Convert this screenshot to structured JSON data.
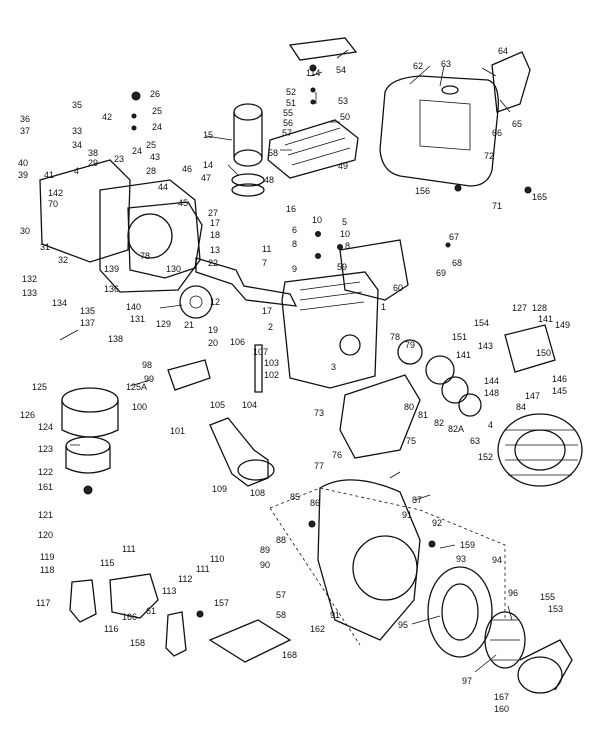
{
  "diagram": {
    "callouts": [
      {
        "id": "c1",
        "text": "1"
      },
      {
        "id": "c2",
        "text": "2"
      },
      {
        "id": "c3",
        "text": "3"
      },
      {
        "id": "c4",
        "text": "4"
      },
      {
        "id": "c4b",
        "text": "4"
      },
      {
        "id": "c5",
        "text": "5"
      },
      {
        "id": "c6",
        "text": "6"
      },
      {
        "id": "c7",
        "text": "7"
      },
      {
        "id": "c8",
        "text": "8"
      },
      {
        "id": "c9",
        "text": "9"
      },
      {
        "id": "c10",
        "text": "10"
      },
      {
        "id": "c10b",
        "text": "10"
      },
      {
        "id": "c11",
        "text": "11"
      },
      {
        "id": "c12",
        "text": "12"
      },
      {
        "id": "c13",
        "text": "13"
      },
      {
        "id": "c14",
        "text": "14"
      },
      {
        "id": "c15",
        "text": "15"
      },
      {
        "id": "c16",
        "text": "16"
      },
      {
        "id": "c17",
        "text": "17"
      },
      {
        "id": "c17b",
        "text": "17"
      },
      {
        "id": "c18",
        "text": "18"
      },
      {
        "id": "c19",
        "text": "19"
      },
      {
        "id": "c20",
        "text": "20"
      },
      {
        "id": "c21",
        "text": "21"
      },
      {
        "id": "c22",
        "text": "22"
      },
      {
        "id": "c23",
        "text": "23"
      },
      {
        "id": "c24",
        "text": "24"
      },
      {
        "id": "c24b",
        "text": "24"
      },
      {
        "id": "c25",
        "text": "25"
      },
      {
        "id": "c25b",
        "text": "25"
      },
      {
        "id": "c26",
        "text": "26"
      },
      {
        "id": "c27",
        "text": "27"
      },
      {
        "id": "c28",
        "text": "28"
      },
      {
        "id": "c29",
        "text": "29"
      },
      {
        "id": "c30",
        "text": "30"
      },
      {
        "id": "c31",
        "text": "31"
      },
      {
        "id": "c32",
        "text": "32"
      },
      {
        "id": "c33",
        "text": "33"
      },
      {
        "id": "c34",
        "text": "34"
      },
      {
        "id": "c35",
        "text": "35"
      },
      {
        "id": "c36",
        "text": "36"
      },
      {
        "id": "c37",
        "text": "37"
      },
      {
        "id": "c38",
        "text": "38"
      },
      {
        "id": "c39",
        "text": "39"
      },
      {
        "id": "c40",
        "text": "40"
      },
      {
        "id": "c41",
        "text": "41"
      },
      {
        "id": "c42",
        "text": "42"
      },
      {
        "id": "c43",
        "text": "43"
      },
      {
        "id": "c44",
        "text": "44"
      },
      {
        "id": "c45",
        "text": "45"
      },
      {
        "id": "c46",
        "text": "46"
      },
      {
        "id": "c47",
        "text": "47"
      },
      {
        "id": "c48",
        "text": "48"
      },
      {
        "id": "c49",
        "text": "49"
      },
      {
        "id": "c50",
        "text": "50"
      },
      {
        "id": "c51",
        "text": "51"
      },
      {
        "id": "c52",
        "text": "52"
      },
      {
        "id": "c53",
        "text": "53"
      },
      {
        "id": "c54",
        "text": "54"
      },
      {
        "id": "c55",
        "text": "55"
      },
      {
        "id": "c56",
        "text": "56"
      },
      {
        "id": "c57",
        "text": "57"
      },
      {
        "id": "c57b",
        "text": "57"
      },
      {
        "id": "c58",
        "text": "58"
      },
      {
        "id": "c58b",
        "text": "58"
      },
      {
        "id": "c59",
        "text": "59"
      },
      {
        "id": "c60",
        "text": "60"
      },
      {
        "id": "c61",
        "text": "61"
      },
      {
        "id": "c62",
        "text": "62"
      },
      {
        "id": "c63",
        "text": "63"
      },
      {
        "id": "c63b",
        "text": "63"
      },
      {
        "id": "c64",
        "text": "64"
      },
      {
        "id": "c65",
        "text": "65"
      },
      {
        "id": "c66",
        "text": "66"
      },
      {
        "id": "c67",
        "text": "67"
      },
      {
        "id": "c68",
        "text": "68"
      },
      {
        "id": "c69",
        "text": "69"
      },
      {
        "id": "c70",
        "text": "70"
      },
      {
        "id": "c71",
        "text": "71"
      },
      {
        "id": "c72",
        "text": "72"
      },
      {
        "id": "c73",
        "text": "73"
      },
      {
        "id": "c75",
        "text": "75"
      },
      {
        "id": "c76",
        "text": "76"
      },
      {
        "id": "c77",
        "text": "77"
      },
      {
        "id": "c78",
        "text": "78"
      },
      {
        "id": "c78b",
        "text": "78"
      },
      {
        "id": "c79",
        "text": "79"
      },
      {
        "id": "c79b",
        "text": "79"
      },
      {
        "id": "c80",
        "text": "80"
      },
      {
        "id": "c81",
        "text": "81"
      },
      {
        "id": "c82",
        "text": "82"
      },
      {
        "id": "c82a",
        "text": "82A"
      },
      {
        "id": "c84",
        "text": "84"
      },
      {
        "id": "c85",
        "text": "85"
      },
      {
        "id": "c86",
        "text": "86"
      },
      {
        "id": "c87",
        "text": "87"
      },
      {
        "id": "c88",
        "text": "88"
      },
      {
        "id": "c89",
        "text": "89"
      },
      {
        "id": "c90",
        "text": "90"
      },
      {
        "id": "c91",
        "text": "91"
      },
      {
        "id": "c91b",
        "text": "91"
      },
      {
        "id": "c92",
        "text": "92"
      },
      {
        "id": "c93",
        "text": "93"
      },
      {
        "id": "c94",
        "text": "94"
      },
      {
        "id": "c95",
        "text": "95"
      },
      {
        "id": "c96",
        "text": "96"
      },
      {
        "id": "c97",
        "text": "97"
      },
      {
        "id": "c98",
        "text": "98"
      },
      {
        "id": "c99",
        "text": "99"
      },
      {
        "id": "c100",
        "text": "100"
      },
      {
        "id": "c101",
        "text": "101"
      },
      {
        "id": "c102",
        "text": "102"
      },
      {
        "id": "c103",
        "text": "103"
      },
      {
        "id": "c104",
        "text": "104"
      },
      {
        "id": "c105",
        "text": "105"
      },
      {
        "id": "c106",
        "text": "106"
      },
      {
        "id": "c107",
        "text": "107"
      },
      {
        "id": "c108",
        "text": "108"
      },
      {
        "id": "c109",
        "text": "109"
      },
      {
        "id": "c110",
        "text": "110"
      },
      {
        "id": "c111",
        "text": "111"
      },
      {
        "id": "c111b",
        "text": "111"
      },
      {
        "id": "c112",
        "text": "112"
      },
      {
        "id": "c113",
        "text": "113"
      },
      {
        "id": "c114",
        "text": "114"
      },
      {
        "id": "c115",
        "text": "115"
      },
      {
        "id": "c116",
        "text": "116"
      },
      {
        "id": "c117",
        "text": "117"
      },
      {
        "id": "c118",
        "text": "118"
      },
      {
        "id": "c119",
        "text": "119"
      },
      {
        "id": "c120",
        "text": "120"
      },
      {
        "id": "c121",
        "text": "121"
      },
      {
        "id": "c122",
        "text": "122"
      },
      {
        "id": "c123",
        "text": "123"
      },
      {
        "id": "c124",
        "text": "124"
      },
      {
        "id": "c125",
        "text": "125"
      },
      {
        "id": "c125a",
        "text": "125A"
      },
      {
        "id": "c126",
        "text": "126"
      },
      {
        "id": "c127",
        "text": "127"
      },
      {
        "id": "c128",
        "text": "128"
      },
      {
        "id": "c129",
        "text": "129"
      },
      {
        "id": "c130",
        "text": "130"
      },
      {
        "id": "c131",
        "text": "131"
      },
      {
        "id": "c132",
        "text": "132"
      },
      {
        "id": "c133",
        "text": "133"
      },
      {
        "id": "c134",
        "text": "134"
      },
      {
        "id": "c135",
        "text": "135"
      },
      {
        "id": "c136",
        "text": "136"
      },
      {
        "id": "c137",
        "text": "137"
      },
      {
        "id": "c138",
        "text": "138"
      },
      {
        "id": "c139",
        "text": "139"
      },
      {
        "id": "c140",
        "text": "140"
      },
      {
        "id": "c141",
        "text": "141"
      },
      {
        "id": "c141b",
        "text": "141"
      },
      {
        "id": "c142",
        "text": "142"
      },
      {
        "id": "c143",
        "text": "143"
      },
      {
        "id": "c144",
        "text": "144"
      },
      {
        "id": "c145",
        "text": "145"
      },
      {
        "id": "c146",
        "text": "146"
      },
      {
        "id": "c147",
        "text": "147"
      },
      {
        "id": "c148",
        "text": "148"
      },
      {
        "id": "c149",
        "text": "149"
      },
      {
        "id": "c150",
        "text": "150"
      },
      {
        "id": "c151",
        "text": "151"
      },
      {
        "id": "c152",
        "text": "152"
      },
      {
        "id": "c153",
        "text": "153"
      },
      {
        "id": "c154",
        "text": "154"
      },
      {
        "id": "c155",
        "text": "155"
      },
      {
        "id": "c156",
        "text": "156"
      },
      {
        "id": "c157",
        "text": "157"
      },
      {
        "id": "c158",
        "text": "158"
      },
      {
        "id": "c159",
        "text": "159"
      },
      {
        "id": "c160",
        "text": "160"
      },
      {
        "id": "c161",
        "text": "161"
      },
      {
        "id": "c162",
        "text": "162"
      },
      {
        "id": "c165",
        "text": "165"
      },
      {
        "id": "c166",
        "text": "166"
      },
      {
        "id": "c167",
        "text": "167"
      },
      {
        "id": "c168",
        "text": "168"
      }
    ]
  }
}
